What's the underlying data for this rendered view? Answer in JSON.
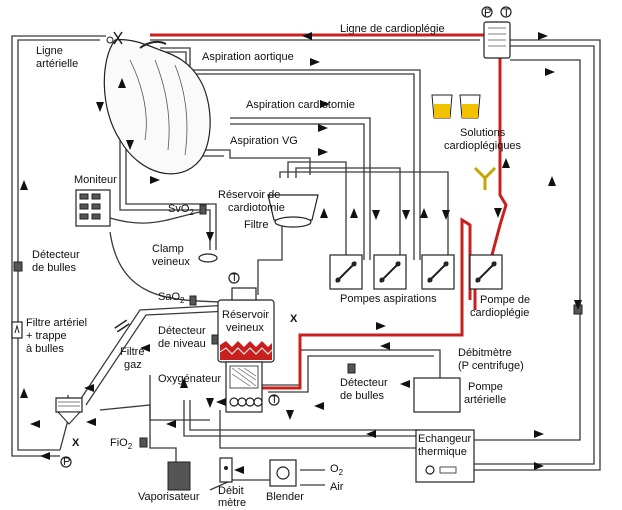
{
  "labels": {
    "ligne_arterielle_1": "Ligne",
    "ligne_arterielle_2": "artérielle",
    "ligne_cardioplegie": "Ligne de cardioplégie",
    "aspiration_aortique": "Aspiration aortique",
    "aspiration_cardiotomie": "Aspiration cardiotomie",
    "aspiration_vg": "Aspiration VG",
    "solutions_1": "Solutions",
    "solutions_2": "cardioplégiques",
    "moniteur": "Moniteur",
    "svo2_base": "SvO",
    "svo2_sub": "2",
    "reservoir_cardiotomie_1": "Réservoir de",
    "reservoir_cardiotomie_2": "cardiotomie",
    "filtre": "Filtre",
    "detecteur_bulles_gauche_1": "Détecteur",
    "detecteur_bulles_gauche_2": "de bulles",
    "clamp_veineux_1": "Clamp",
    "clamp_veineux_2": "veineux",
    "pompes_aspirations": "Pompes aspirations",
    "pompe_cardioplegie_1": "Pompe de",
    "pompe_cardioplegie_2": "cardioplégie",
    "sao2_base": "SaO",
    "sao2_sub": "2",
    "reservoir_veineux_1": "Réservoir",
    "reservoir_veineux_2": "veineux",
    "filtre_arteriel_1": "Filtre artériel",
    "filtre_arteriel_2": "+ trappe",
    "filtre_arteriel_3": "à bulles",
    "detecteur_niveau_1": "Détecteur",
    "detecteur_niveau_2": "de niveau",
    "filtre_gaz_1": "Filtre",
    "filtre_gaz_2": "gaz",
    "oxygenateur": "Oxygénateur",
    "debitmetre_1": "Débitmètre",
    "debitmetre_2": "(P centrifuge)",
    "detecteur_bulles_droite_1": "Détecteur",
    "detecteur_bulles_droite_2": "de bulles",
    "pompe_arterielle_1": "Pompe",
    "pompe_arterielle_2": "artérielle",
    "fio2_base": "FiO",
    "fio2_sub": "2",
    "echangeur_1": "Echangeur",
    "echangeur_2": "thermique",
    "o2_base": "O",
    "o2_sub": "2",
    "air": "Air",
    "vaporisateur": "Vaporisateur",
    "debit_metre_1": "Débit",
    "debit_metre_2": "mètre",
    "blender": "Blender",
    "clamp_x": "X",
    "pressure_p": "P",
    "temp_t": "T"
  },
  "colors": {
    "tube": "#3a3a3a",
    "cardioplegia_line": "#c8201e",
    "solution_fill": "#f2c200",
    "reservoir_blood": "#c8201e"
  }
}
